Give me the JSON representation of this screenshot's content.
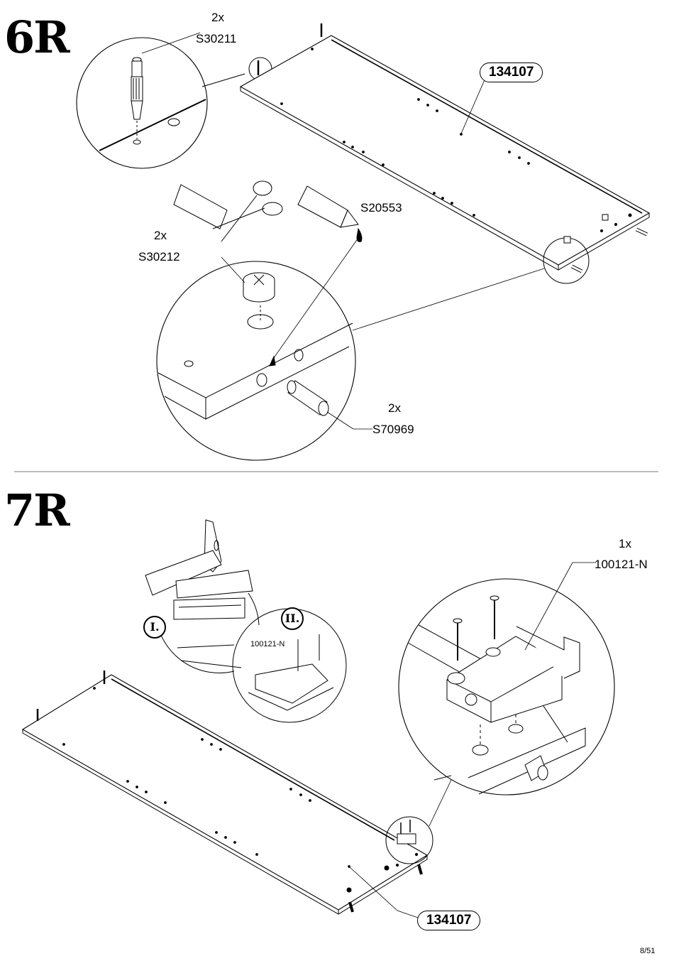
{
  "steps": {
    "s6": {
      "step_label": "6R",
      "cam_bolt": {
        "qty": "2x",
        "code": "S30211"
      },
      "cam_lock": {
        "qty": "2x",
        "code": "S30212"
      },
      "glue": {
        "code": "S20553"
      },
      "dowel": {
        "qty": "2x",
        "code": "S70969"
      },
      "panel_code": "134107"
    },
    "s7": {
      "step_label": "7R",
      "detail_1": "I.",
      "detail_2": "II.",
      "detail_2_part": "100121-N",
      "hinge": {
        "qty": "1x",
        "code": "100121-N"
      },
      "panel_code": "134107"
    }
  },
  "page_number": "8/51"
}
